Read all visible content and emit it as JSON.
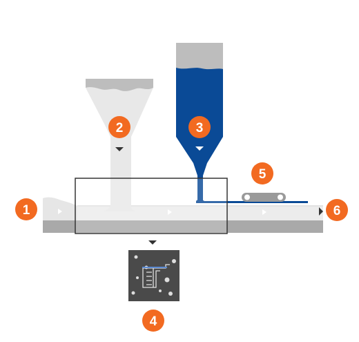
{
  "colors": {
    "orange": "#f26a21",
    "blue": "#0a4a96",
    "light_gray": "#efefef",
    "mid_gray": "#bdbdbd",
    "dark_gray": "#999999",
    "panel_dark": "#4a4a4a",
    "frame": "#333333"
  },
  "steps": [
    {
      "number": "1"
    },
    {
      "number": "2"
    },
    {
      "number": "3"
    },
    {
      "number": "4"
    },
    {
      "number": "5"
    },
    {
      "number": "6"
    }
  ]
}
